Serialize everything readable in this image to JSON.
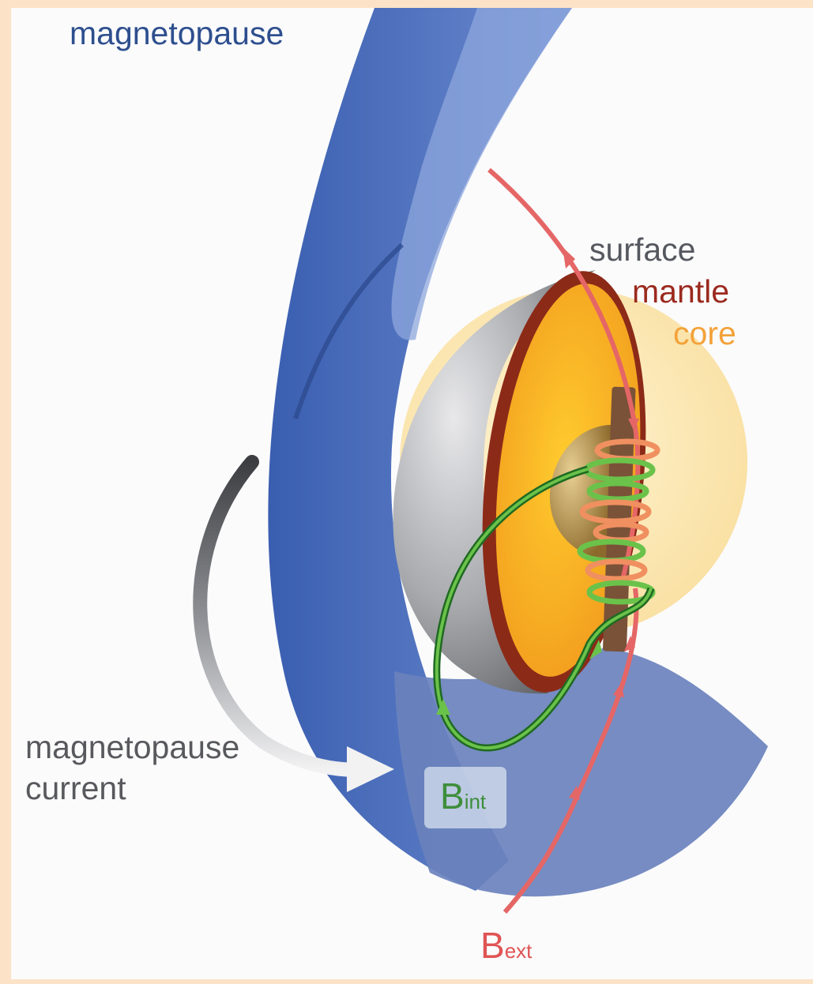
{
  "labels": {
    "magnetopause": "magnetopause",
    "surface": "surface",
    "mantle": "mantle",
    "core": "core",
    "magnetopause_current_line1": "magnetopause",
    "magnetopause_current_line2": "current",
    "b_int_main": "B",
    "b_int_sub": "int",
    "b_ext_main": "B",
    "b_ext_sub": "ext"
  },
  "colors": {
    "page_border": "#fce3c7",
    "magnetopause": "#4a6fc0",
    "surface": "#9a9ca0",
    "mantle": "#8c2a18",
    "core": "#f5b228",
    "internal_field": "#3e9a3a",
    "external_field": "#e56666"
  }
}
